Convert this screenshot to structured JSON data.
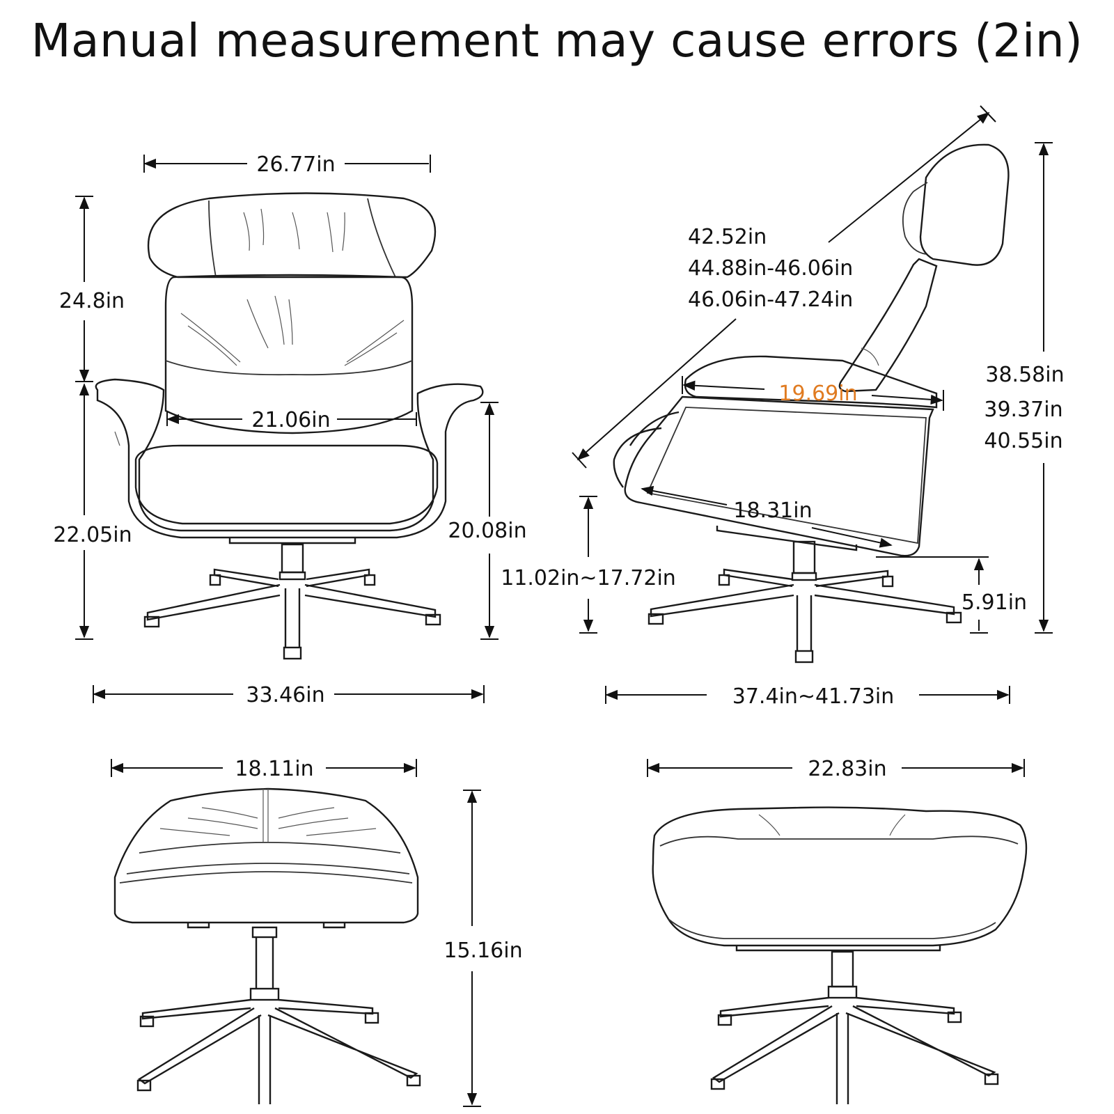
{
  "title": "Manual measurement may cause errors (2in)",
  "accent_color": "#e07b21",
  "views": {
    "chair_front": {
      "top_width": "26.77in",
      "headrest_height": "24.8in",
      "inner_width": "21.06in",
      "seat_to_floor": "22.05in",
      "arm_height": "20.08in",
      "base_width": "33.46in"
    },
    "chair_side": {
      "diagonal_line1": "42.52in",
      "diagonal_line2": "44.88in-46.06in",
      "diagonal_line3": "46.06in-47.24in",
      "seat_width_highlight": "19.69in",
      "total_height_line1": "38.58in",
      "total_height_line2": "39.37in",
      "total_height_line3": "40.55in",
      "seat_depth": "18.31in",
      "seat_height_range": "11.02in~17.72in",
      "base_height": "5.91in",
      "depth_range": "37.4in~41.73in"
    },
    "ottoman_front": {
      "width": "18.11in",
      "height": "15.16in"
    },
    "ottoman_side": {
      "width": "22.83in"
    }
  }
}
